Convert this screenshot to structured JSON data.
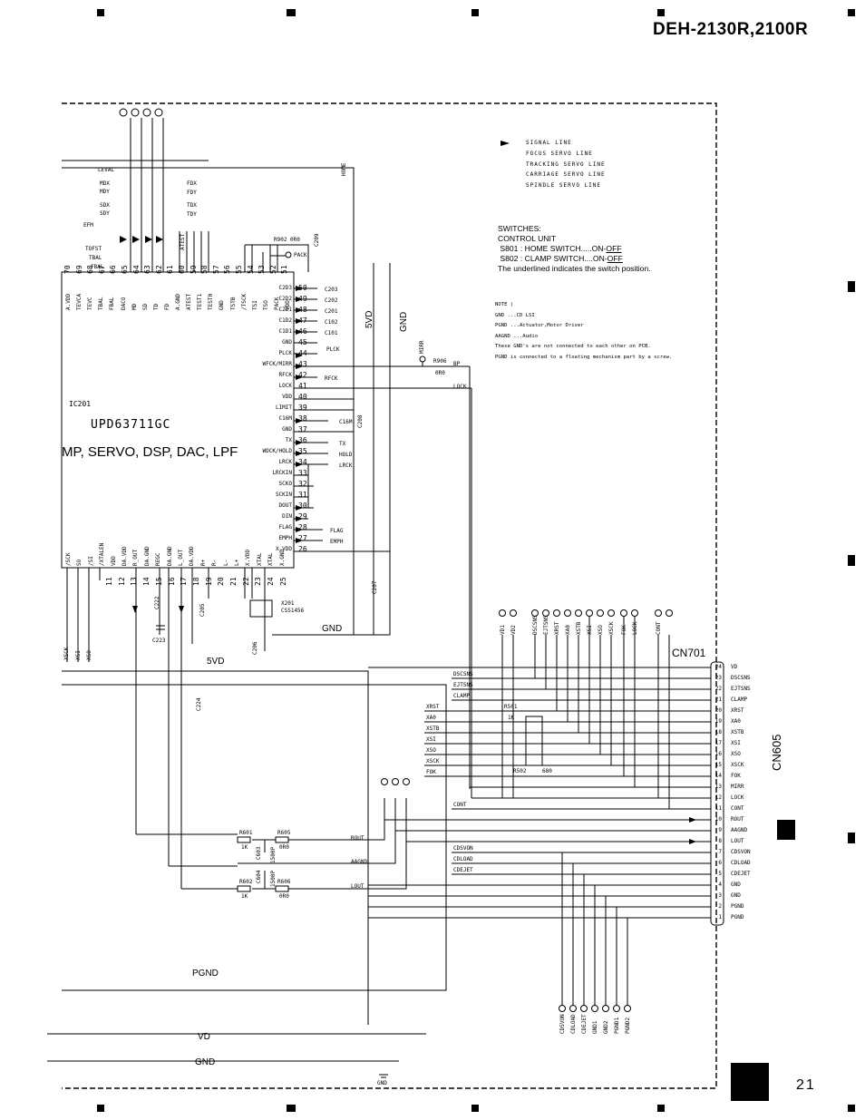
{
  "header": {
    "model": "DEH-2130R,2100R"
  },
  "page_number": "21",
  "ic": {
    "ref": "IC201",
    "part": "UPD63711GC",
    "desc": "MP, SERVO, DSP, DAC, LPF",
    "top_pins": [
      "A.VDD",
      "TEVCA",
      "TEVC",
      "TBAL",
      "FBAL",
      "DACO",
      "MD",
      "SD",
      "TD",
      "FD",
      "A.GND",
      "ATEST",
      "TEST1",
      "TEST0",
      "GND",
      "TSTB",
      "/TSCK",
      "TSI",
      "TSO",
      "PACK",
      "VDD"
    ],
    "top_pin_nums": [
      "70",
      "69",
      "68",
      "67",
      "66",
      "65",
      "64",
      "63",
      "62",
      "61",
      "60",
      "59",
      "58",
      "57",
      "56",
      "55",
      "54",
      "53",
      "52",
      "51"
    ],
    "right_pins": [
      "C2D3",
      "C2D2",
      "C2D1",
      "C1D2",
      "C1D1",
      "GND",
      "PLCK",
      "WFCK/MIRR",
      "RFCK",
      "LOCK",
      "VDD",
      "LIMIT",
      "C16M",
      "GND",
      "TX",
      "WDCK/HOLD",
      "LRCK",
      "LRCKIN",
      "SCKO",
      "SCKIN",
      "DOUT",
      "DIN",
      "FLAG",
      "EMPH",
      "X.VDD"
    ],
    "right_pin_nums": [
      "50",
      "49",
      "48",
      "47",
      "46",
      "45",
      "44",
      "43",
      "42",
      "41",
      "40",
      "39",
      "38",
      "37",
      "36",
      "35",
      "34",
      "33",
      "32",
      "31",
      "30",
      "29",
      "28",
      "27",
      "26"
    ],
    "bottom_pins": [
      "/SCK",
      "SO",
      "/SI",
      "/XTALEN",
      "VDD",
      "DA.VDD",
      "R_OUT",
      "DA.GND",
      "REGC",
      "DA.GND",
      "L_OUT",
      "DA.VDD",
      "R+",
      "R-",
      "L-",
      "L+",
      "X.VDD",
      "XTAL",
      "XTAL",
      "X.GND"
    ],
    "bottom_pin_nums": [
      "11",
      "12",
      "13",
      "14",
      "15",
      "16",
      "17",
      "18",
      "19",
      "20",
      "21",
      "22",
      "23",
      "24",
      "25"
    ]
  },
  "switches": {
    "title": "SWITCHES:",
    "unit": "CONTROL UNIT",
    "s801_prefix": "S801 : HOME SWITCH.....ON-",
    "s801_state": "OFF",
    "s802_prefix": "S802 : CLAMP SWITCH....ON-",
    "s802_state": "OFF",
    "note": "The underlined indicates the switch position."
  },
  "legend": [
    "SIGNAL LINE",
    "FOCUS SERVO LINE",
    "TRACKING SERVO LINE",
    "CARRIAGE SERVO LINE",
    "SPINDLE SERVO LINE"
  ],
  "notes": {
    "title": "NOTE )",
    "l1": "GND    ...CD LSI",
    "l2": "PGND   ...Actuator,Motor Driver",
    "l3": "AAGND  ...Audio",
    "l4": "These GND's are not connected to each other on PCB.",
    "l5": "PGND is connected to a floating mechanism part by a screw."
  },
  "rails": {
    "vd5_left": "5VD",
    "gnd_left": "GND",
    "vd5_mid": "5VD",
    "gnd_mid": "GND",
    "pgnd": "PGND",
    "vd": "VD",
    "gnd": "GND",
    "gnd_sym": "GND"
  },
  "cn701": {
    "name": "CN701",
    "pins": [
      {
        "num": "24",
        "sig": "VD"
      },
      {
        "num": "23",
        "sig": "DSCSNS"
      },
      {
        "num": "22",
        "sig": "EJTSNS"
      },
      {
        "num": "21",
        "sig": "CLAMP"
      },
      {
        "num": "20",
        "sig": "XRST"
      },
      {
        "num": "19",
        "sig": "XA0"
      },
      {
        "num": "18",
        "sig": "XSTB"
      },
      {
        "num": "17",
        "sig": "XSI"
      },
      {
        "num": "16",
        "sig": "XSO"
      },
      {
        "num": "15",
        "sig": "XSCK"
      },
      {
        "num": "14",
        "sig": "FOK"
      },
      {
        "num": "13",
        "sig": "MIRR"
      },
      {
        "num": "12",
        "sig": "LOCK"
      },
      {
        "num": "11",
        "sig": "CONT"
      },
      {
        "num": "10",
        "sig": "ROUT"
      },
      {
        "num": "9",
        "sig": "AAGND"
      },
      {
        "num": "8",
        "sig": "LOUT"
      },
      {
        "num": "7",
        "sig": "CDSVON"
      },
      {
        "num": "6",
        "sig": "CDLOAD"
      },
      {
        "num": "5",
        "sig": "CDEJET"
      },
      {
        "num": "4",
        "sig": "GND"
      },
      {
        "num": "3",
        "sig": "GND"
      },
      {
        "num": "2",
        "sig": "PGND"
      },
      {
        "num": "1",
        "sig": "PGND"
      }
    ]
  },
  "cn605": "CN605",
  "top_tps": [
    "VD1",
    "VD2",
    "DSCSNS",
    "EJTSNS",
    "XRST",
    "XA0",
    "XSTB",
    "XSI",
    "XSO",
    "XSCK",
    "FOK",
    "LOCK",
    "CONT"
  ],
  "bottom_tps": [
    "CDSVON",
    "CDLOAD",
    "CDEJET",
    "GND1",
    "GND2",
    "PGND1",
    "PGND2"
  ],
  "mid_signals": [
    "DSCSNS",
    "EJTSNS",
    "CLAMP",
    "XRST",
    "XA0",
    "XSTB",
    "XSI",
    "XSO",
    "XSCK",
    "FOK",
    "CONT",
    "CDSVON",
    "CDLOAD",
    "CDEJET"
  ],
  "audio": {
    "rout": "ROUT",
    "aagnd": "AAGND",
    "lout": "LOUT",
    "r601": "R601",
    "r601v": "1K",
    "r605": "R605",
    "r605v": "0R0",
    "c603": "C603",
    "c603v": "1500P",
    "r602": "R602",
    "r602v": "1K",
    "c604": "C604",
    "c604v": "1500P",
    "r606": "R606",
    "r606v": "0R0"
  },
  "right_caps": {
    "r902": "R902 0R0",
    "c209": "C209",
    "pack": "PACK",
    "c203": "C203",
    "c202": "C202",
    "c201": "C201",
    "c102": "C102",
    "c101": "C101",
    "plck": "PLCK",
    "rfck": "RFCK",
    "c16m": "C16M",
    "tx": "TX",
    "hold": "HOLD",
    "lrck": "LRCK",
    "flag": "FLAG",
    "emph": "EMPH",
    "mirr": "MIRR",
    "r906": "R906",
    "r906v": "0R0",
    "lock": "LOCK",
    "bp": "BP",
    "c208": "C208",
    "c207": "C207",
    "x201": "X201",
    "x201v": "CSS1456",
    "c206": "C206",
    "c205": "C205",
    "c222": "C222",
    "c223": "C223",
    "c224": "C224"
  },
  "left_parts": {
    "leval": "LEVAL",
    "fdx": "FDX",
    "fdy": "FDY",
    "tdx": "TDX",
    "tdy": "TDY",
    "mdx": "MDX",
    "mdy": "MDY",
    "sdx": "SDX",
    "sdy": "SDY",
    "tofst": "TOFST",
    "tbal": "TBAL",
    "fbal": "FBAL",
    "efm": "EFM",
    "atest": "ATEST",
    "home": "HOME"
  },
  "bottom_left": [
    "XSCK",
    "XSI",
    "XSO"
  ],
  "r501": "R501",
  "r501v": "1K",
  "r502": "R502",
  "r502v": "680"
}
